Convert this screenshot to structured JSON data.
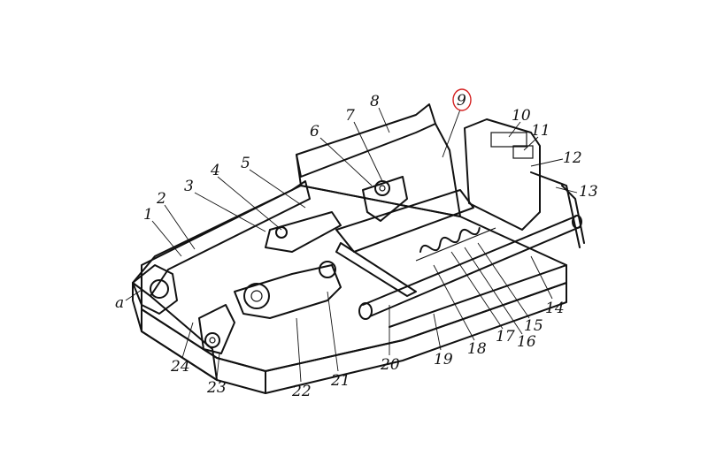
{
  "diagram": {
    "labels": [
      "1",
      "2",
      "3",
      "4",
      "5",
      "6",
      "7",
      "8",
      "9",
      "10",
      "11",
      "12",
      "13",
      "14",
      "15",
      "16",
      "17",
      "18",
      "19",
      "20",
      "21",
      "22",
      "23",
      "24",
      "a"
    ],
    "highlighted_label": "9",
    "highlight_color": "#d42020",
    "ink_color": "#111111",
    "background": "#ffffff"
  }
}
